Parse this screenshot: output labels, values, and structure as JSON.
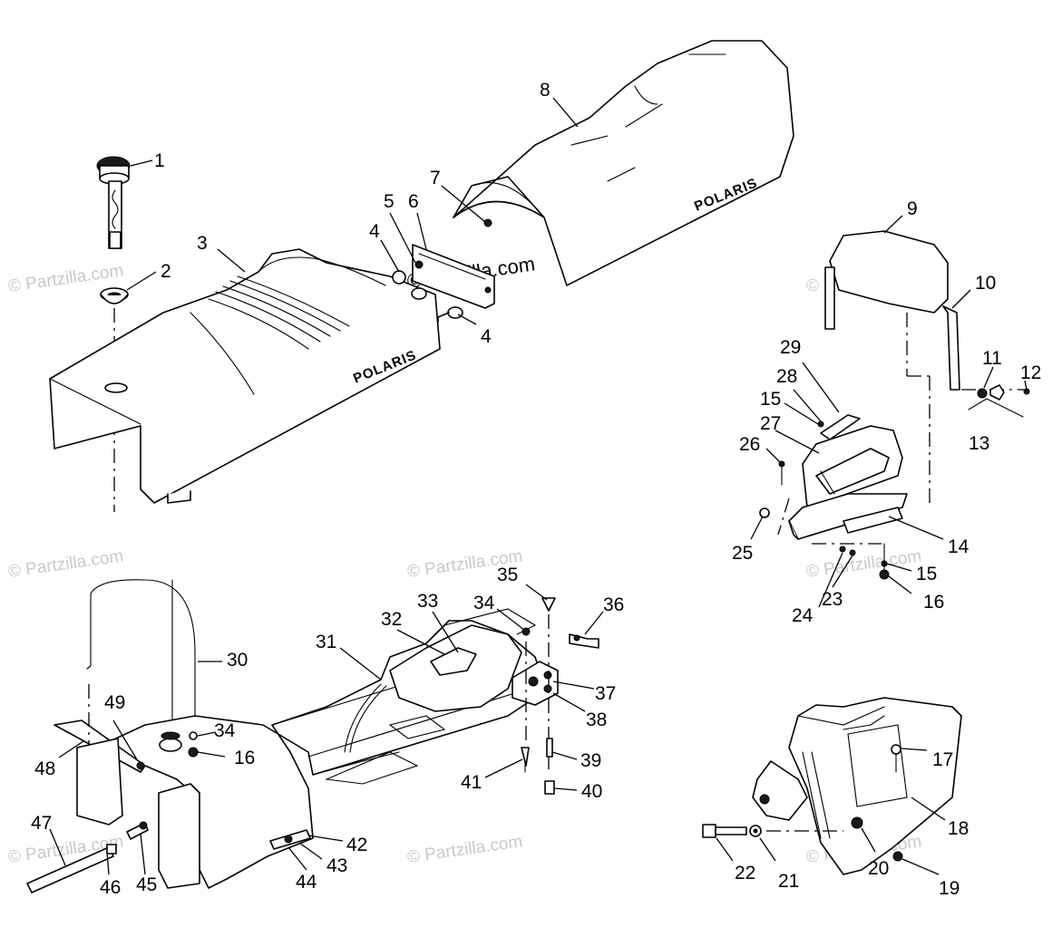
{
  "brand_label": "POLARIS",
  "watermark_text": "© Partzilla.com",
  "watermark_center_text": "©Partzilla.com",
  "callouts": [
    "1",
    "2",
    "3",
    "4",
    "5",
    "6",
    "7",
    "8",
    "9",
    "10",
    "11",
    "12",
    "13",
    "14",
    "15",
    "16",
    "17",
    "18",
    "19",
    "20",
    "21",
    "22",
    "23",
    "24",
    "25",
    "26",
    "27",
    "28",
    "29",
    "30",
    "31",
    "32",
    "33",
    "34",
    "35",
    "36",
    "37",
    "38",
    "39",
    "40",
    "41",
    "42",
    "43",
    "44",
    "45",
    "46",
    "47",
    "48",
    "49"
  ],
  "repeated_callouts": {
    "4": "4",
    "15": "15",
    "16": "16",
    "34": "34"
  }
}
